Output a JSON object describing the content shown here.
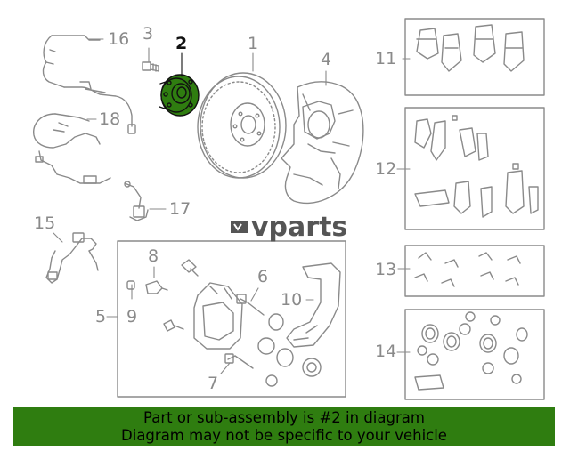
{
  "diagram": {
    "callouts": [
      "1",
      "2",
      "3",
      "4",
      "5",
      "6",
      "7",
      "8",
      "9",
      "10",
      "11",
      "12",
      "13",
      "14",
      "15",
      "16",
      "17",
      "18"
    ],
    "highlighted_part": "2",
    "highlight_color": "#2f7d10"
  },
  "logo": {
    "text": "vparts"
  },
  "banner": {
    "line1": "Part or sub-assembly is #2 in diagram",
    "line2": "Diagram may not be specific to your vehicle",
    "color": "#2f7d10"
  }
}
